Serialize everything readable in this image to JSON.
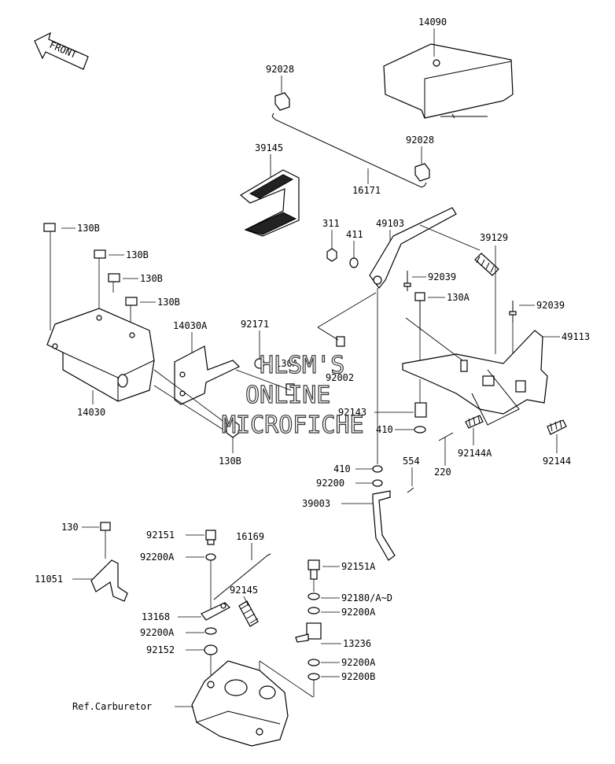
{
  "front_arrow": "FRONT",
  "watermark": [
    "HLSM'S",
    "ONLINE",
    "MICROFICHE"
  ],
  "labels": {
    "p14090": "14090",
    "p92028a": "92028",
    "p92028b": "92028",
    "p39145": "39145",
    "p16171": "16171",
    "p49103": "49103",
    "p311": "311",
    "p411": "411",
    "p39129": "39129",
    "p92039a": "92039",
    "p130Aa": "130A",
    "p92039b": "92039",
    "p49113": "49113",
    "p130B1": "130B",
    "p130B2": "130B",
    "p130B3": "130B",
    "p130B4": "130B",
    "p14030A": "14030A",
    "p92171": "92171",
    "p130A2": "130A",
    "p92002": "92002",
    "p14030": "14030",
    "p130B5": "130B",
    "p92143": "92143",
    "p410a": "410",
    "p220": "220",
    "p92144A": "92144A",
    "p92144": "92144",
    "p410b": "410",
    "p554": "554",
    "p92200": "92200",
    "p39003": "39003",
    "p130": "130",
    "p11051": "11051",
    "p92151": "92151",
    "p16169": "16169",
    "p92200A1": "92200A",
    "p92151A": "92151A",
    "p92145": "92145",
    "p92180": "92180/A~D",
    "p13168": "13168",
    "p92200A2": "92200A",
    "p92200A3": "92200A",
    "p92152": "92152",
    "p13236": "13236",
    "p92200A4": "92200A",
    "p92200B": "92200B",
    "pRefCarb": "Ref.Carburetor"
  }
}
